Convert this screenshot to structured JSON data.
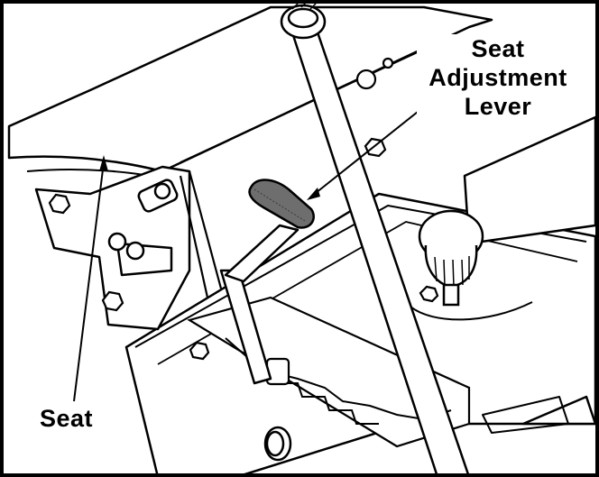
{
  "figure": {
    "callouts": {
      "seat_adjustment_lever": [
        "Seat",
        "Adjustment",
        "Lever"
      ],
      "seat": "Seat"
    },
    "colors": {
      "line": "#000000",
      "background": "#ffffff",
      "lever_grip": "#6e6e6e"
    }
  }
}
